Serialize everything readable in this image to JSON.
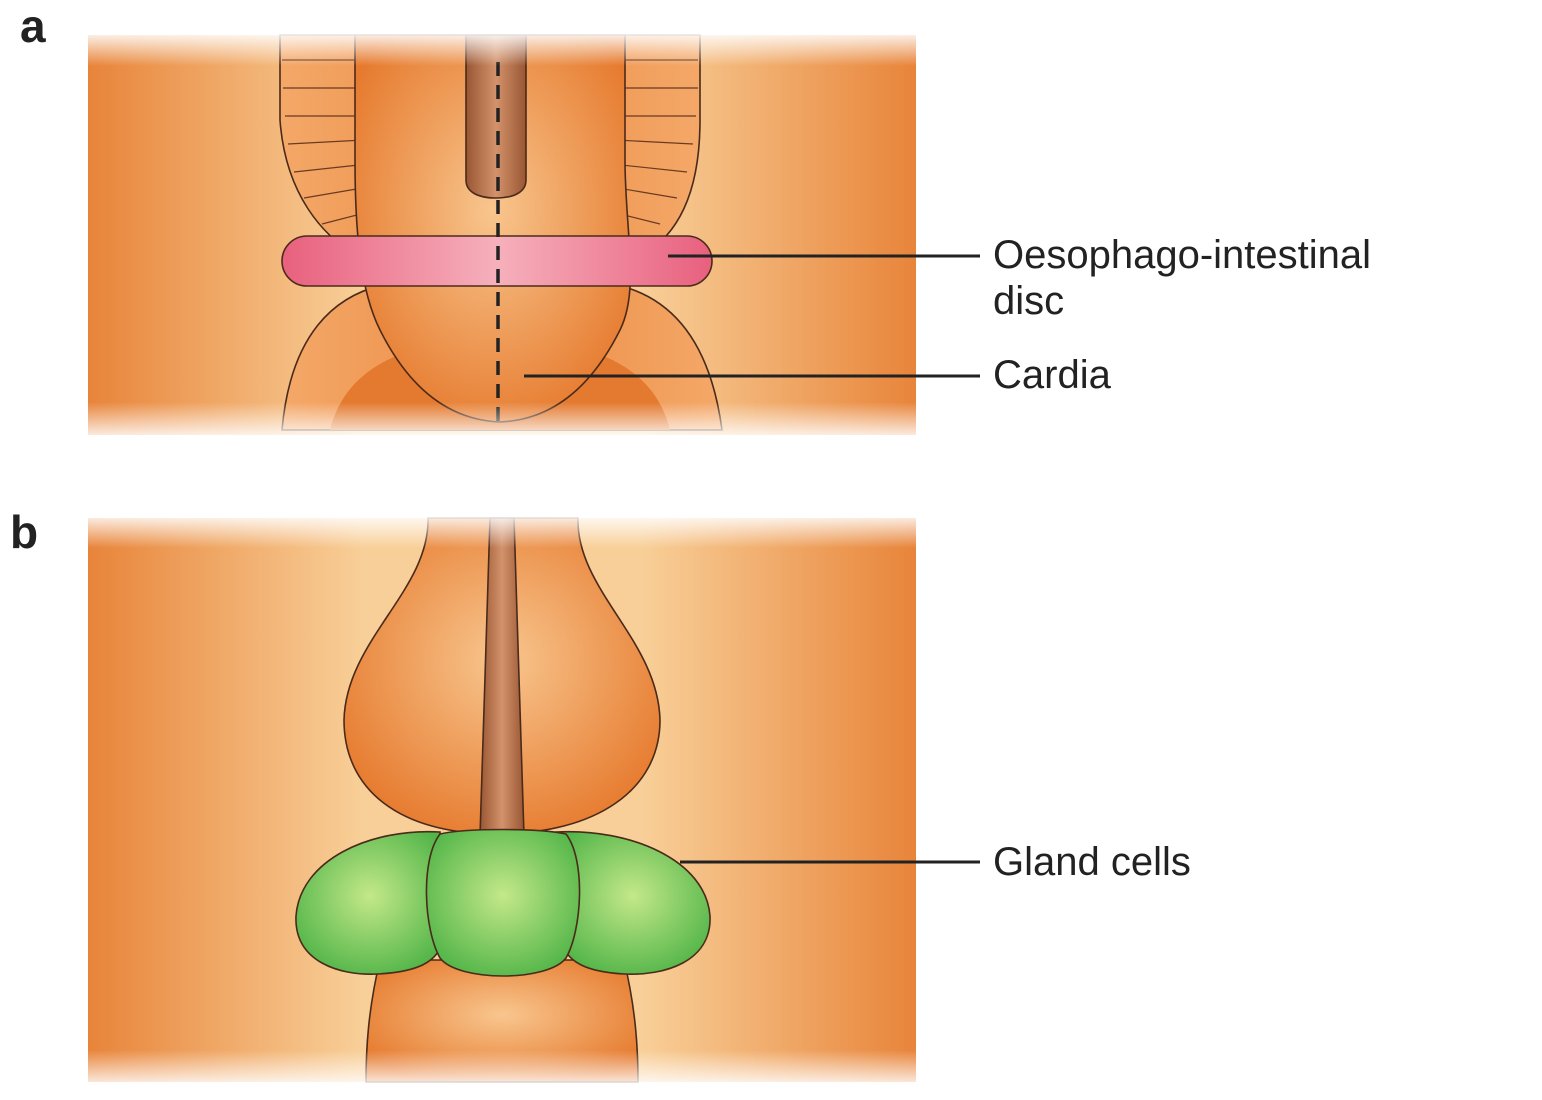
{
  "panels": [
    {
      "letter": "a"
    },
    {
      "letter": "b"
    }
  ],
  "labels": {
    "disc_line1": "Oesophago-intestinal",
    "disc_line2": "disc",
    "cardia": "Cardia",
    "gland_cells": "Gland cells"
  },
  "colors": {
    "tissue_dark": "#e8843a",
    "tissue_light": "#f8cf98",
    "disc_pink": "#ec6e8a",
    "gland_green": "#6cc45a",
    "lumen_brown": "#b0683e"
  }
}
